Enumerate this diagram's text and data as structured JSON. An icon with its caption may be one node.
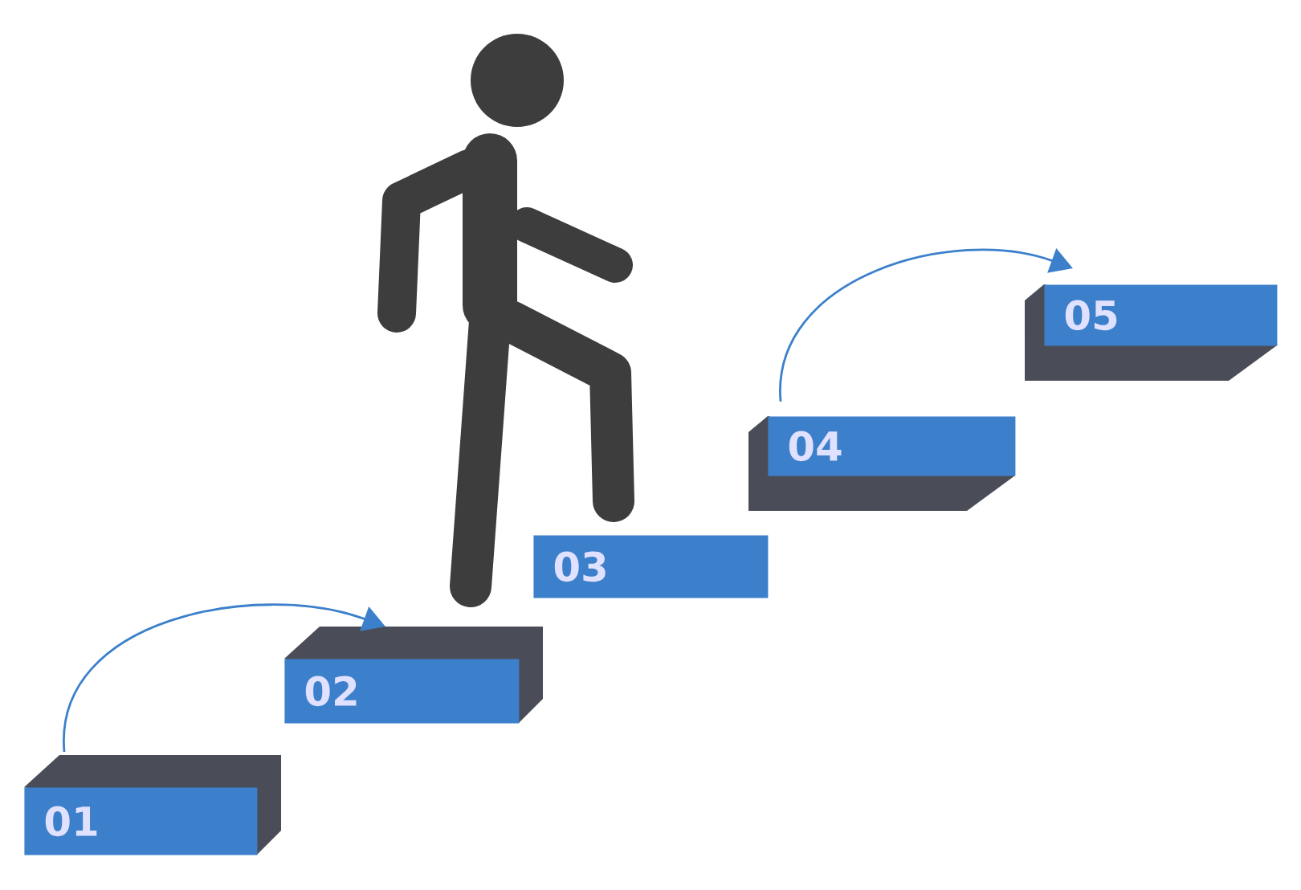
{
  "diagram": {
    "nodes": [
      {
        "text": [
          "01"
        ]
      },
      {
        "text": [
          "02"
        ]
      },
      {
        "text": [
          "03"
        ]
      },
      {
        "text": [
          "04"
        ]
      },
      {
        "text": [
          "05"
        ]
      }
    ],
    "edges": [
      {
        "from": 0,
        "to": 1,
        "arrow": "to"
      },
      {
        "from": 3,
        "to": 4,
        "arrow": "to"
      }
    ]
  }
}
